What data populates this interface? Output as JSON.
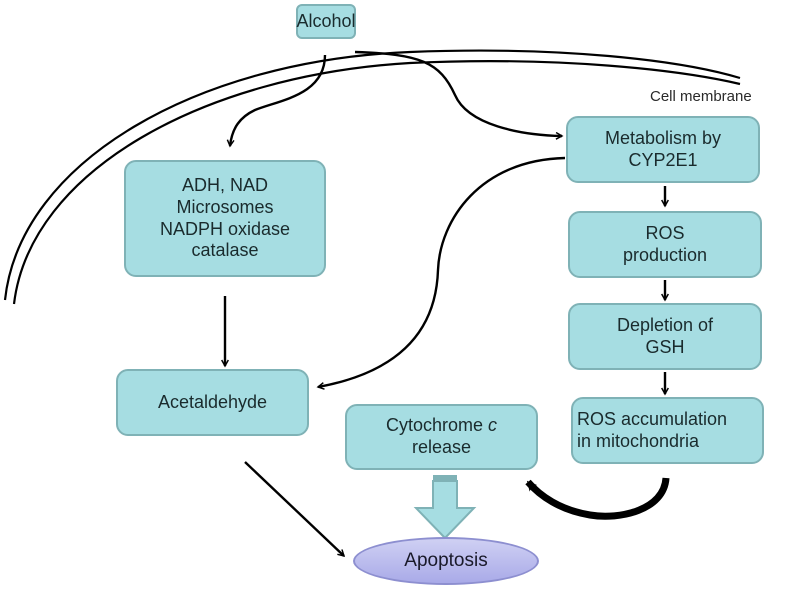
{
  "diagram": {
    "type": "flowchart",
    "colors": {
      "box_fill": "#a6dde2",
      "box_border": "#7fb2b6",
      "ellipse_fill": "#bcbdef",
      "arrow": "#000000"
    },
    "membrane_label": "Cell membrane",
    "nodes": {
      "alcohol": {
        "lines": [
          "Alcohol"
        ]
      },
      "enzymes": {
        "lines": [
          "ADH, NAD",
          "Microsomes",
          "NADPH oxidase",
          "catalase"
        ]
      },
      "acetaldehyde": {
        "lines": [
          "Acetaldehyde"
        ]
      },
      "cyp2e1": {
        "lines": [
          "Metabolism by",
          "CYP2E1"
        ]
      },
      "ros_production": {
        "lines": [
          "ROS",
          "production"
        ]
      },
      "gsh_depletion": {
        "lines": [
          "Depletion of",
          "GSH"
        ]
      },
      "ros_accumulation": {
        "lines": [
          "ROS accumulation",
          "in mitochondria"
        ]
      },
      "cytochrome": {
        "lines": [
          "Cytochrome",
          "c",
          "release"
        ],
        "italic_part": "c"
      },
      "apoptosis": {
        "lines": [
          "Apoptosis"
        ]
      }
    },
    "edges": [
      {
        "from": "alcohol",
        "to": "enzymes"
      },
      {
        "from": "alcohol",
        "to": "cyp2e1"
      },
      {
        "from": "enzymes",
        "to": "acetaldehyde"
      },
      {
        "from": "cyp2e1",
        "to": "acetaldehyde"
      },
      {
        "from": "cyp2e1",
        "to": "ros_production"
      },
      {
        "from": "ros_production",
        "to": "gsh_depletion"
      },
      {
        "from": "gsh_depletion",
        "to": "ros_accumulation"
      },
      {
        "from": "ros_accumulation",
        "to": "cytochrome"
      },
      {
        "from": "cytochrome",
        "to": "apoptosis"
      },
      {
        "from": "acetaldehyde",
        "to": "apoptosis"
      }
    ]
  }
}
